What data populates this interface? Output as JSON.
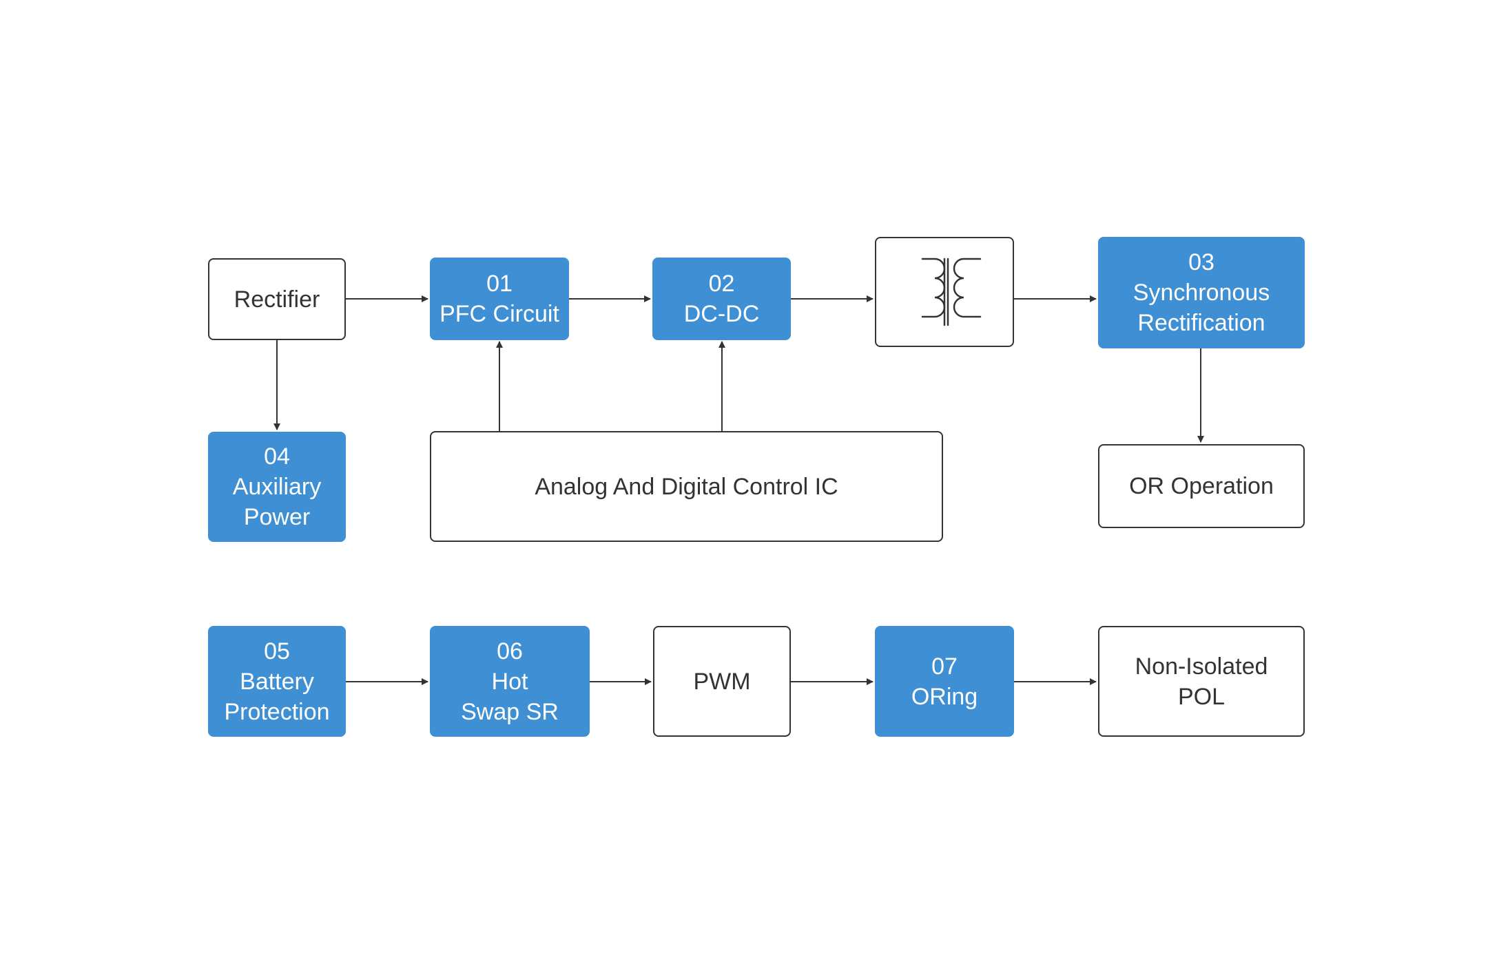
{
  "colors": {
    "accent_block": "#3f8fd4",
    "outline": "#333333",
    "background": "#ffffff",
    "block_text_on_blue": "#ffffff",
    "block_text_on_white": "#333333"
  },
  "blocks": {
    "rectifier": {
      "label": "Rectifier"
    },
    "pfc": {
      "number": "01",
      "label": "PFC Circuit"
    },
    "dcdc": {
      "number": "02",
      "label": "DC-DC"
    },
    "transformer": {
      "icon": "transformer-icon"
    },
    "sync_rect": {
      "number": "03",
      "line1": "Synchronous",
      "line2": "Rectification"
    },
    "aux_power": {
      "number": "04",
      "line1": "Auxiliary",
      "line2": "Power"
    },
    "control_ic": {
      "label": "Analog And Digital Control IC"
    },
    "or_operation": {
      "label": "OR Operation"
    },
    "battery": {
      "number": "05",
      "line1": "Battery",
      "line2": "Protection"
    },
    "hot_swap": {
      "number": "06",
      "line1": "Hot",
      "line2": "Swap SR"
    },
    "pwm": {
      "label": "PWM"
    },
    "oring": {
      "number": "07",
      "label": "ORing"
    },
    "pol": {
      "line1": "Non-Isolated",
      "line2": "POL"
    }
  }
}
